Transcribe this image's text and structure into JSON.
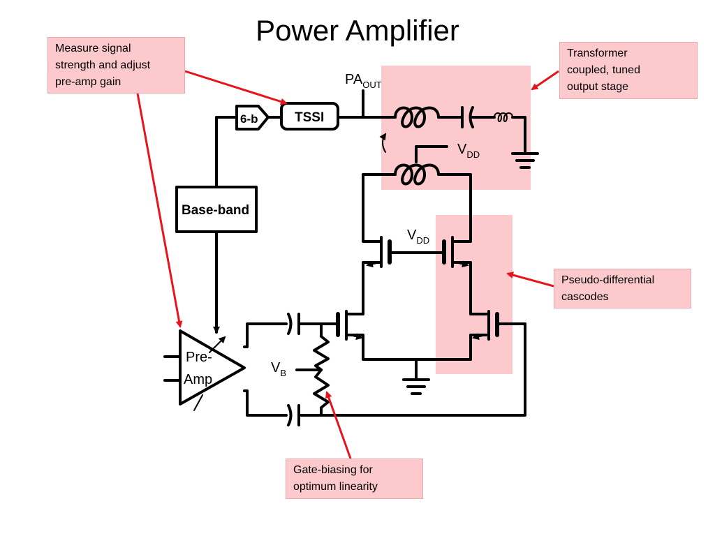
{
  "slide": {
    "title": "Power Amplifier"
  },
  "callouts": {
    "pre_amp_gain": [
      "Measure signal",
      "strength and adjust",
      "pre-amp gain"
    ],
    "output_stage": [
      "Transformer",
      "coupled, tuned",
      "output stage"
    ],
    "cascodes": [
      "Pseudo-differential",
      "cascodes"
    ],
    "gate_biasing": [
      "Gate-biasing for",
      "optimum linearity"
    ]
  },
  "circuit": {
    "adc_label": "6-b",
    "tssi_label": "TSSI",
    "baseband_label": "Base-band",
    "preamp_label_1": "Pre-",
    "preamp_label_2": "Amp",
    "pa_out": "PA",
    "pa_out_sub": "OUT",
    "vdd_top": "V",
    "vdd_top_sub": "DD",
    "vdd_mid": "V",
    "vdd_mid_sub": "DD",
    "vb": "V",
    "vb_sub": "B"
  },
  "colors": {
    "highlight": "#fcc9cc",
    "arrow": "#e8141b",
    "wire": "#000000"
  },
  "icons": {
    "ground": "ground-symbol",
    "transformer": "transformer-coil",
    "capacitor": "capacitor-symbol",
    "resistor": "resistor-zigzag"
  }
}
